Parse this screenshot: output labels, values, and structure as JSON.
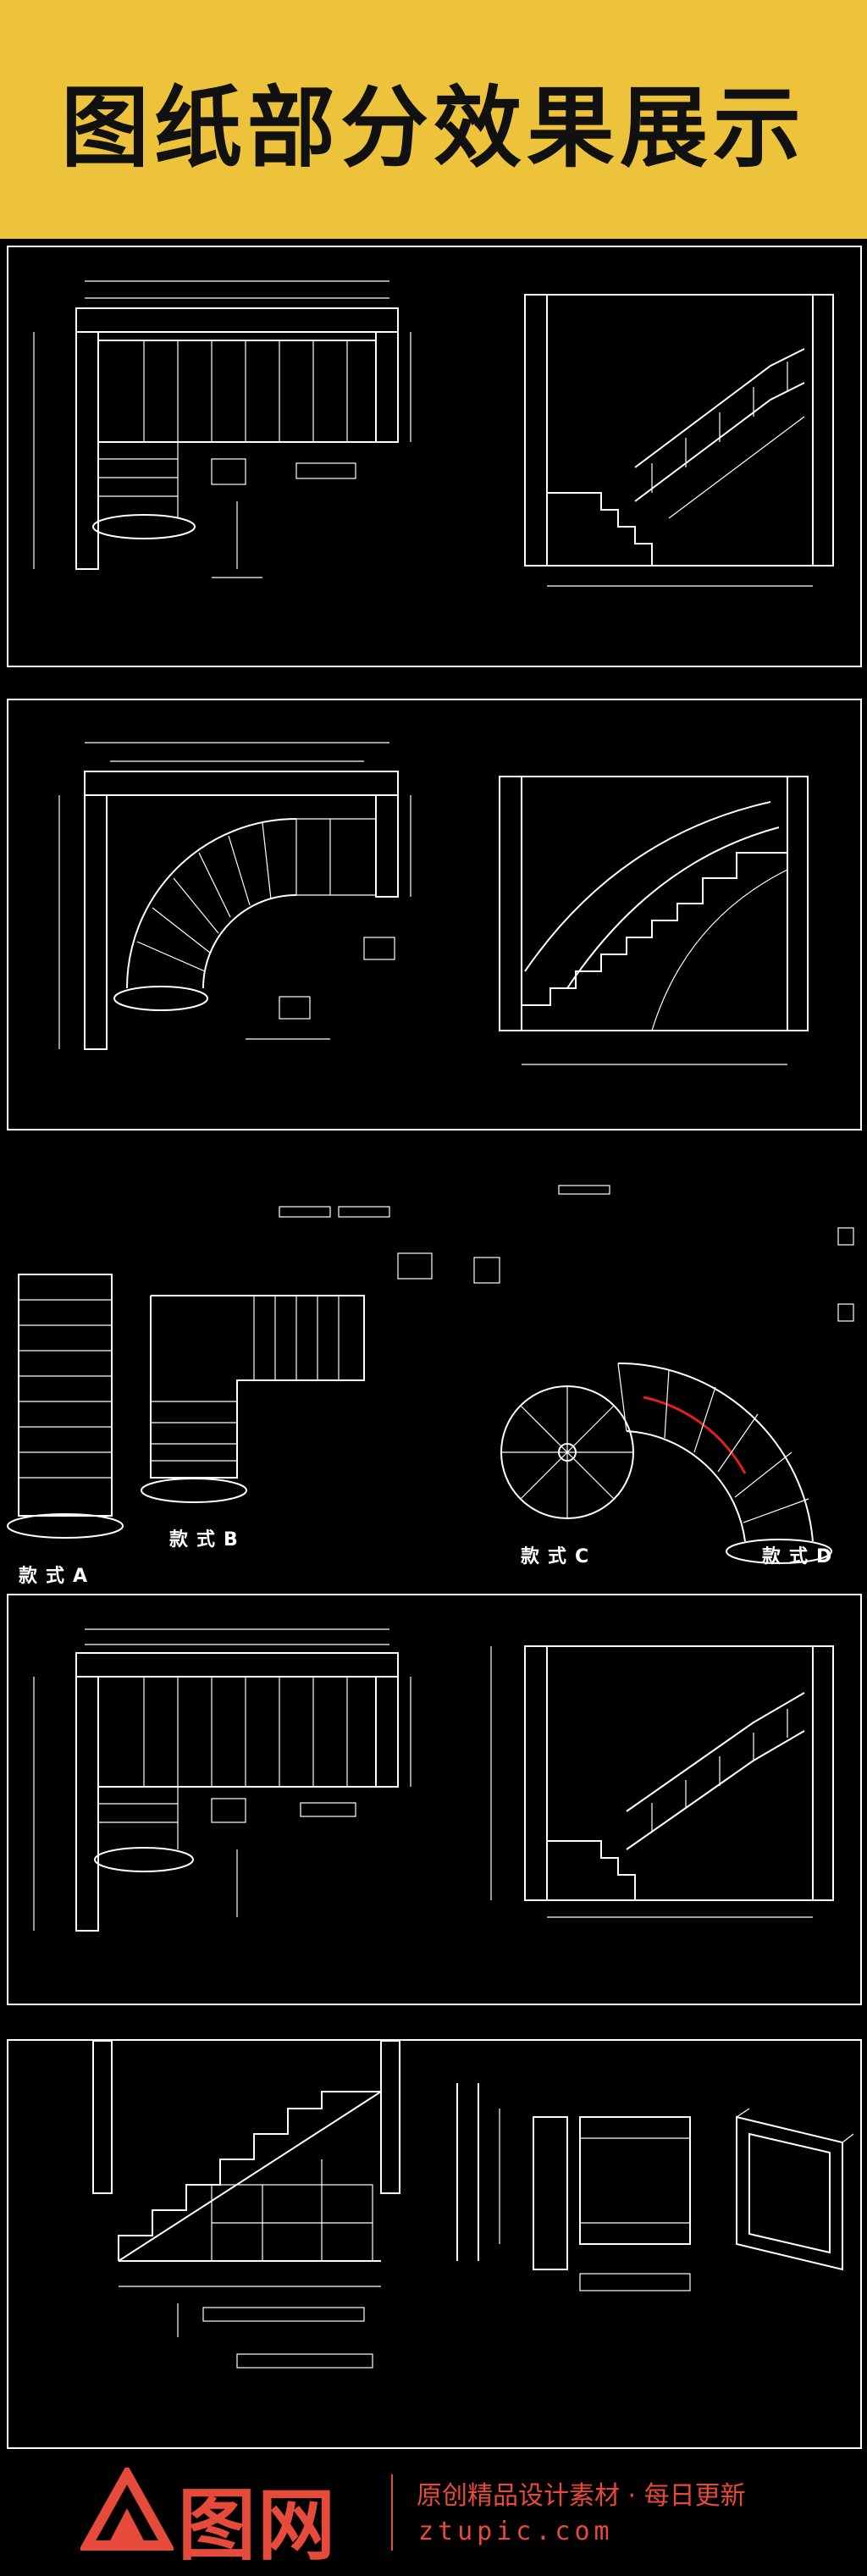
{
  "banner": {
    "title": "图纸部分效果展示",
    "background": "#ecc33a"
  },
  "panels": [
    {
      "id": "panel-1",
      "material_note": "",
      "caption": ""
    },
    {
      "id": "panel-2",
      "material_note": "",
      "caption": ""
    },
    {
      "id": "panel-3",
      "styles": [
        "款式A",
        "款式B",
        "款式C",
        "款式D"
      ]
    },
    {
      "id": "panel-4",
      "material_note": "",
      "caption": ""
    },
    {
      "id": "panel-5",
      "caption": ""
    }
  ],
  "footer": {
    "logo_text": "图网",
    "slogan": "原创精品设计素材 · 每日更新",
    "site": "ztupic.com",
    "accent": "#e64a3b",
    "logo_icon": "people-triangle-icon"
  }
}
